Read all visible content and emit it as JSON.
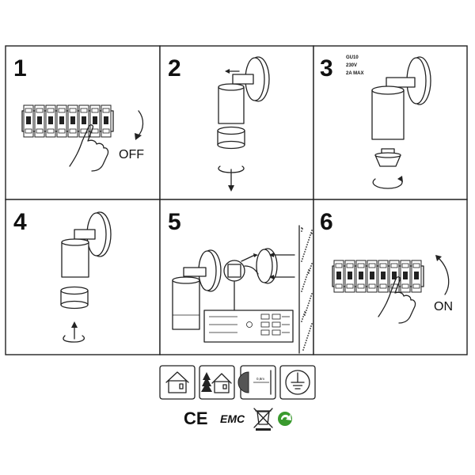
{
  "steps": [
    {
      "number": "1",
      "caption": "OFF"
    },
    {
      "number": "2",
      "caption": ""
    },
    {
      "number": "3",
      "caption": ""
    },
    {
      "number": "4",
      "caption": ""
    },
    {
      "number": "5",
      "caption": ""
    },
    {
      "number": "6",
      "caption": "ON"
    }
  ],
  "bulb_spec": {
    "line1": "GU10",
    "line2": "230V",
    "line3": "2A MAX"
  },
  "symbols": [
    {
      "icon": "indoor-house-icon"
    },
    {
      "icon": "outdoor-house-tree-icon"
    },
    {
      "icon": "distance-0-8m-icon",
      "label": "0,8m"
    },
    {
      "icon": "protective-earth-icon"
    }
  ],
  "certifications": {
    "ce": "CE",
    "emc": "EMC",
    "weee": "crossed-out-bin-icon",
    "recycle": "green-recycle-icon"
  },
  "colors": {
    "line": "#222222",
    "recycle": "#3a9a2e"
  }
}
